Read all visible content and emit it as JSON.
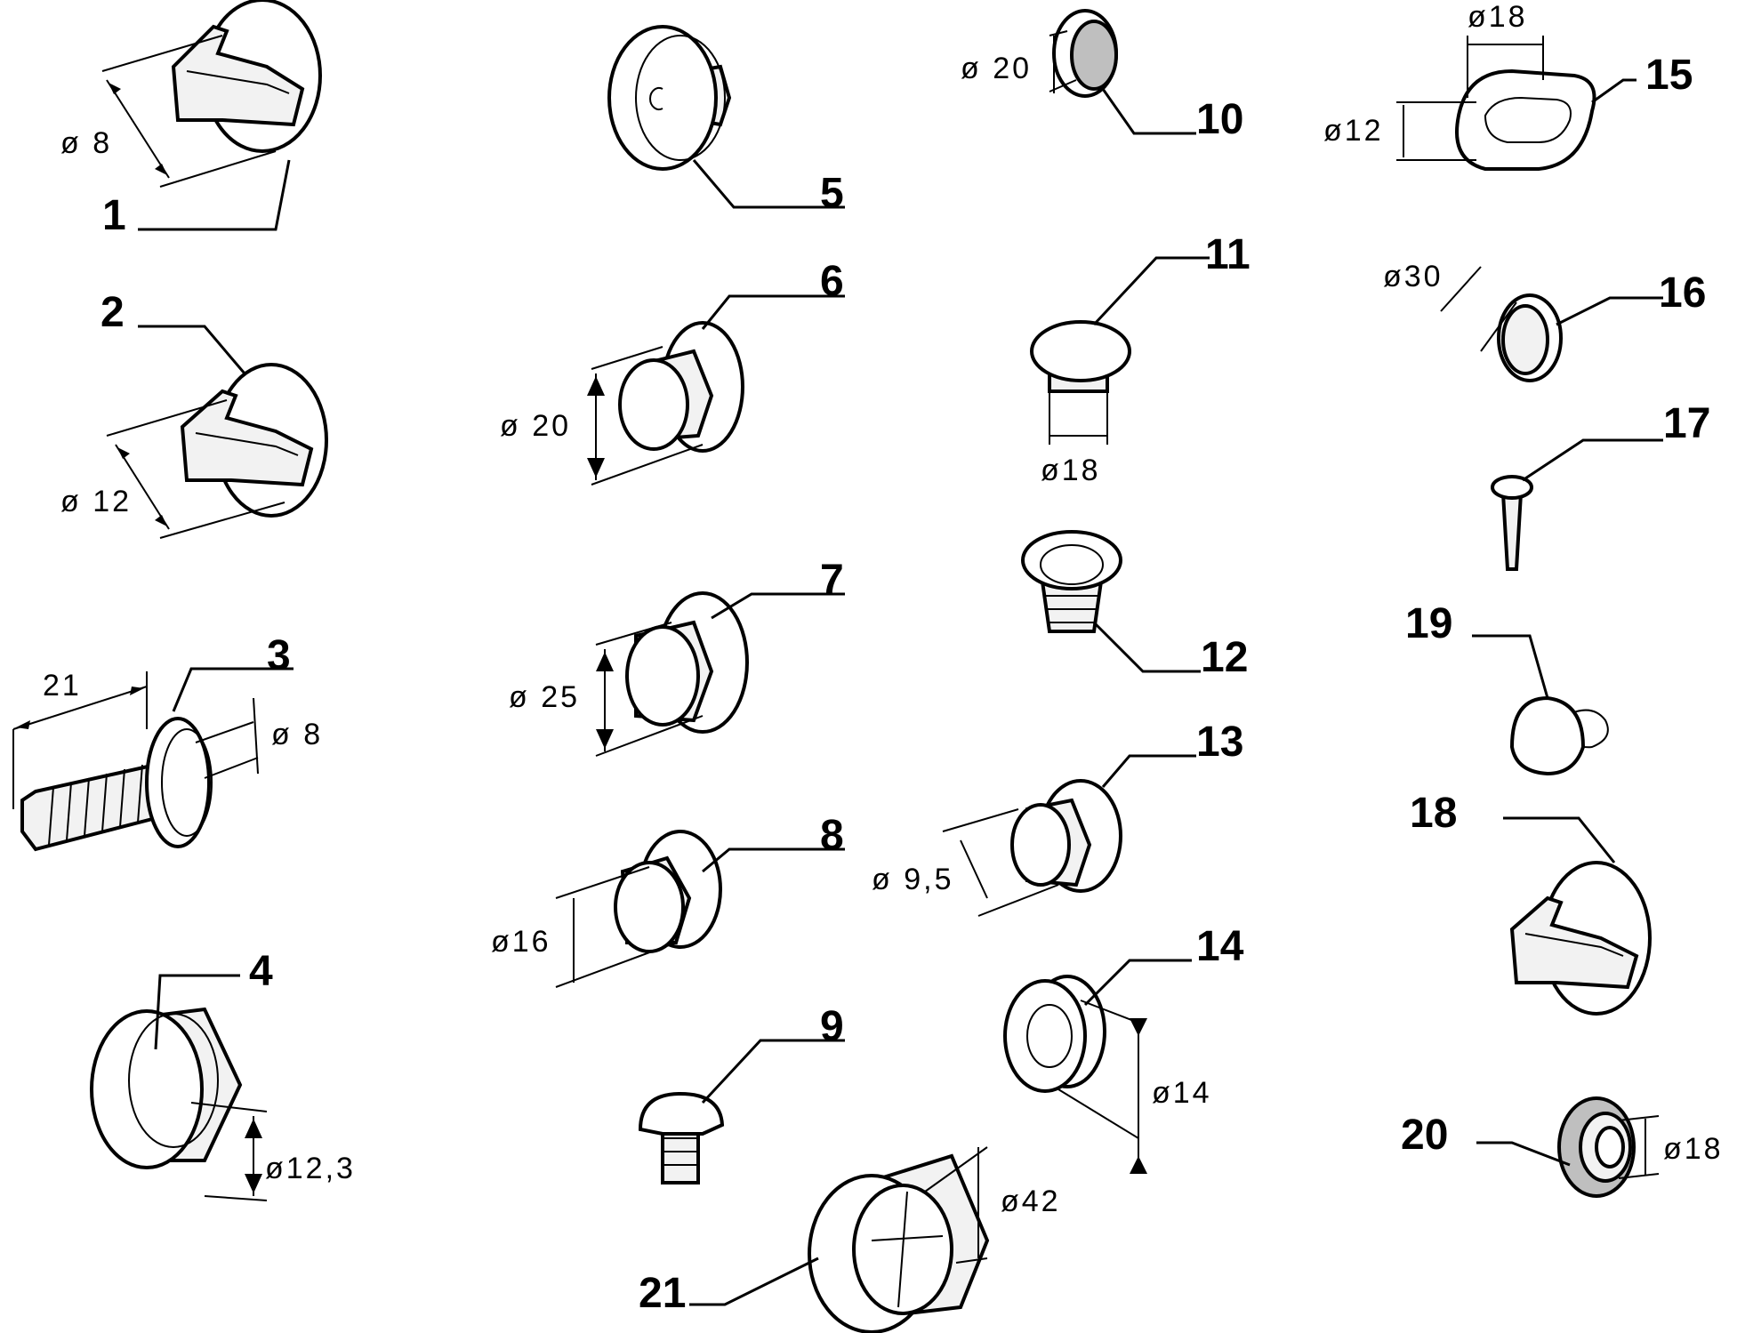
{
  "callouts": {
    "p1": "1",
    "p2": "2",
    "p3": "3",
    "p4": "4",
    "p5": "5",
    "p6": "6",
    "p7": "7",
    "p8": "8",
    "p9": "9",
    "p10": "10",
    "p11": "11",
    "p12": "12",
    "p13": "13",
    "p14": "14",
    "p15": "15",
    "p16": "16",
    "p17": "17",
    "p18": "18",
    "p19": "19",
    "p20": "20",
    "p21": "21"
  },
  "dimensions": {
    "d1": "ø 8",
    "d2": "ø 12",
    "d3_len": "21",
    "d3_dia": "ø 8",
    "d4": "ø12,3",
    "d6": "ø 20",
    "d7": "ø 25",
    "d8": "ø16",
    "d10": "ø 20",
    "d11": "ø18",
    "d13": "ø 9,5",
    "d14": "ø14",
    "d15_w": "ø18",
    "d15_h": "ø12",
    "d16": "ø30",
    "d20": "ø18",
    "d21": "ø42"
  }
}
